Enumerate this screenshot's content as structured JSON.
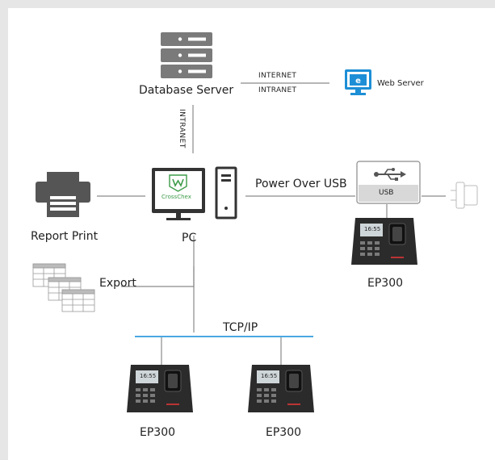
{
  "labels": {
    "database_server": "Database Server",
    "internet": "INTERNET",
    "intranet": "INTRANET",
    "intranet_vertical": "INTRANET",
    "web_server": "Web Server",
    "report_print": "Report Print",
    "pc": "PC",
    "crosschex": "CrossChex",
    "power_over_usb": "Power Over USB",
    "usb": "USB",
    "export": "Export",
    "tcp_ip": "TCP/IP",
    "ep300_usb": "EP300",
    "ep300_left": "EP300",
    "ep300_right": "EP300",
    "device_time": "16:55"
  },
  "colors": {
    "server": "#7a7a7a",
    "accent_blue": "#1e8fd6",
    "network_line": "#4aa8e0",
    "line": "#888888",
    "device_body": "#2b2b2b",
    "crosschex_green": "#3c9b48"
  }
}
